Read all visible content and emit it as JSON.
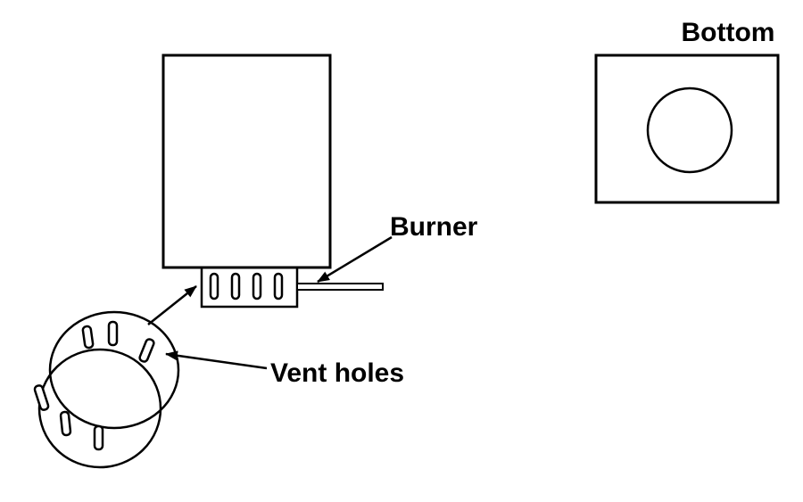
{
  "diagram": {
    "labels": {
      "burner": "Burner",
      "vent_holes": "Vent holes",
      "bottom": "Bottom"
    },
    "colors": {
      "line": "#000000",
      "background": "#ffffff"
    }
  }
}
